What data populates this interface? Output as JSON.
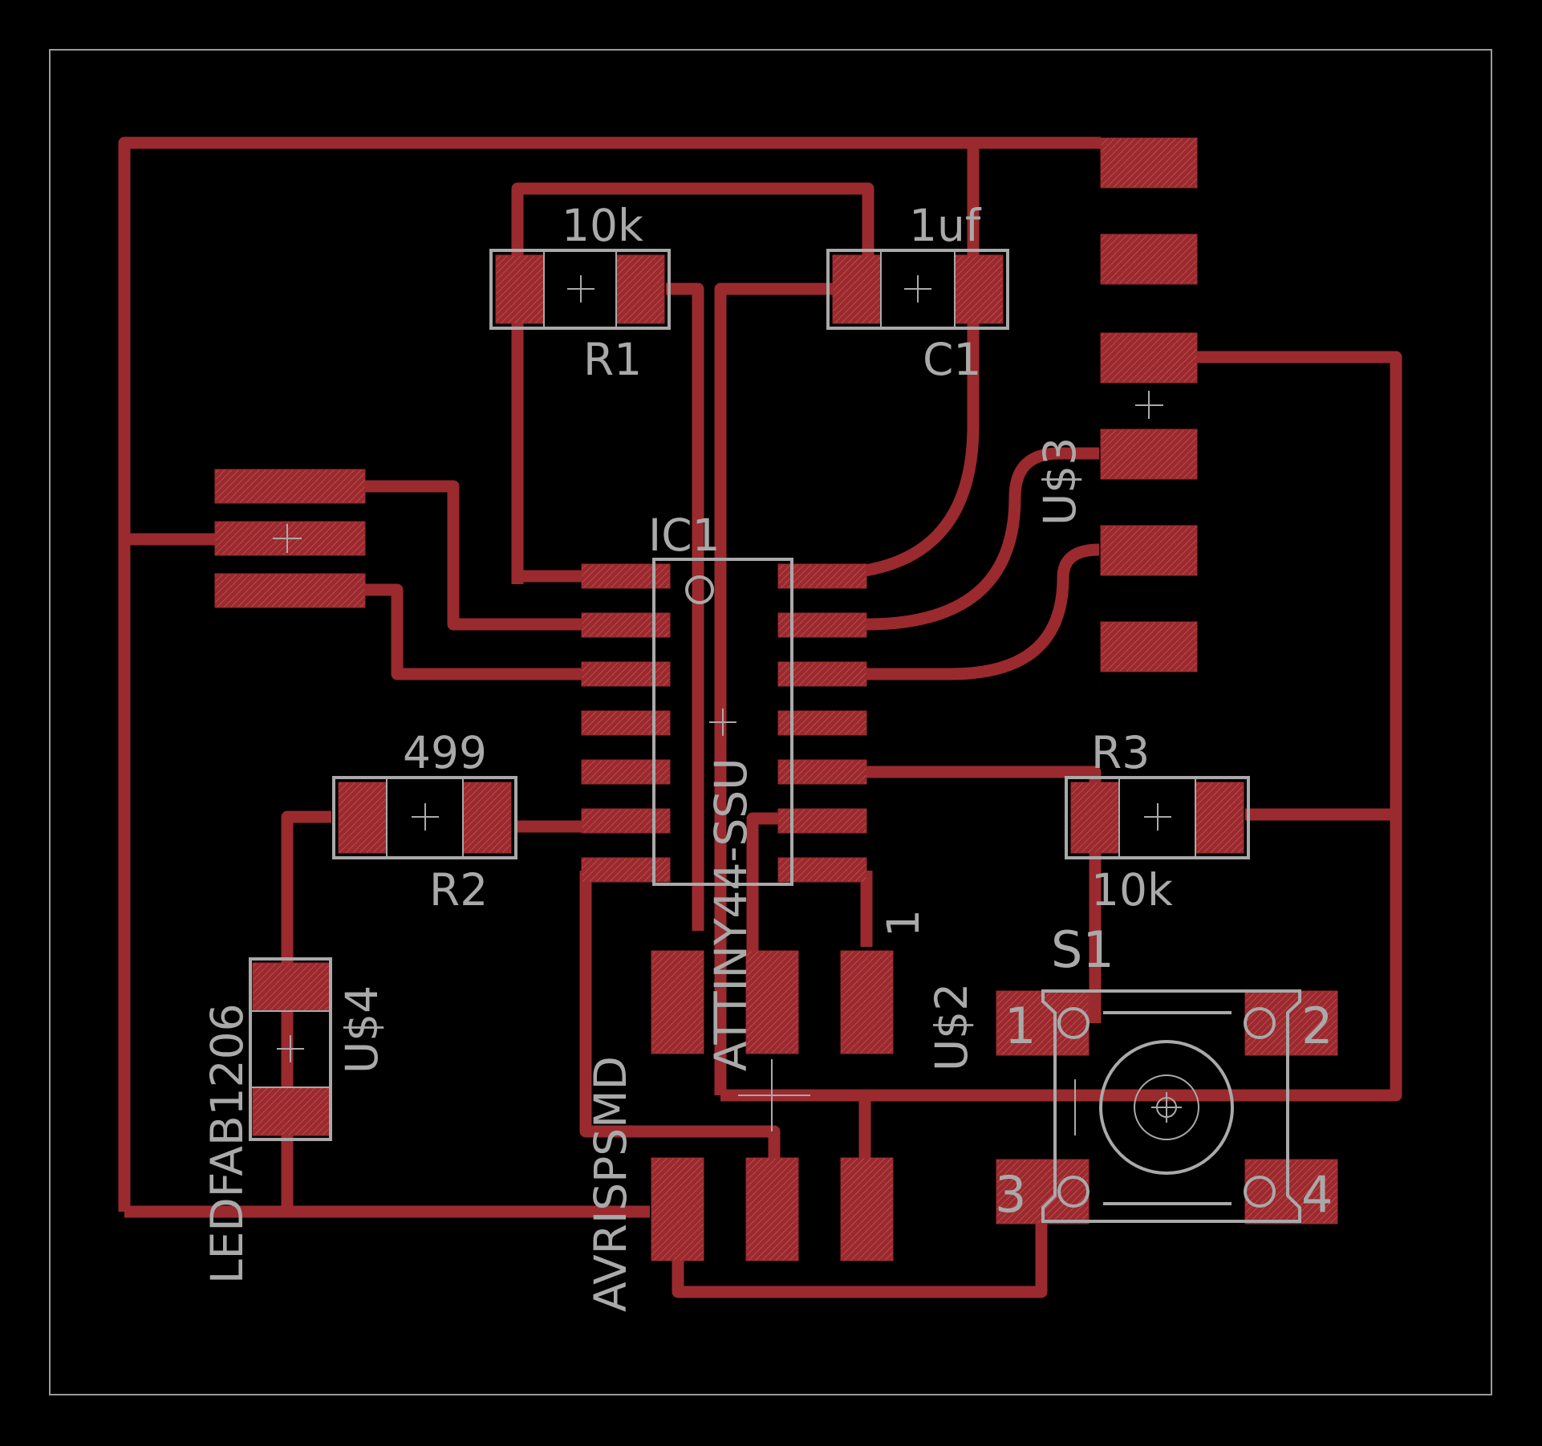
{
  "colors": {
    "background": "#000000",
    "copper": "#9a2a2e",
    "silkscreen": "#a9a9a9",
    "outline": "#9a9a9a"
  },
  "labels": {
    "r1_value": "10k",
    "r1_name": "R1",
    "c1_value": "1uf",
    "c1_name": "C1",
    "u3_name": "U$3",
    "ic1_name": "IC1",
    "ic1_part": "ATTINY44-SSU",
    "r2_value": "499",
    "r2_name": "R2",
    "r3_name": "R3",
    "r3_value": "10k",
    "s1_name": "S1",
    "u2_name": "U$2",
    "u2_pin1": "1",
    "u4_name": "U$4",
    "led_part": "LEDFAB1206",
    "avr_part": "AVRISPSMD",
    "s1_pin1": "1",
    "s1_pin2": "2",
    "s1_pin3": "3",
    "s1_pin4": "4"
  }
}
